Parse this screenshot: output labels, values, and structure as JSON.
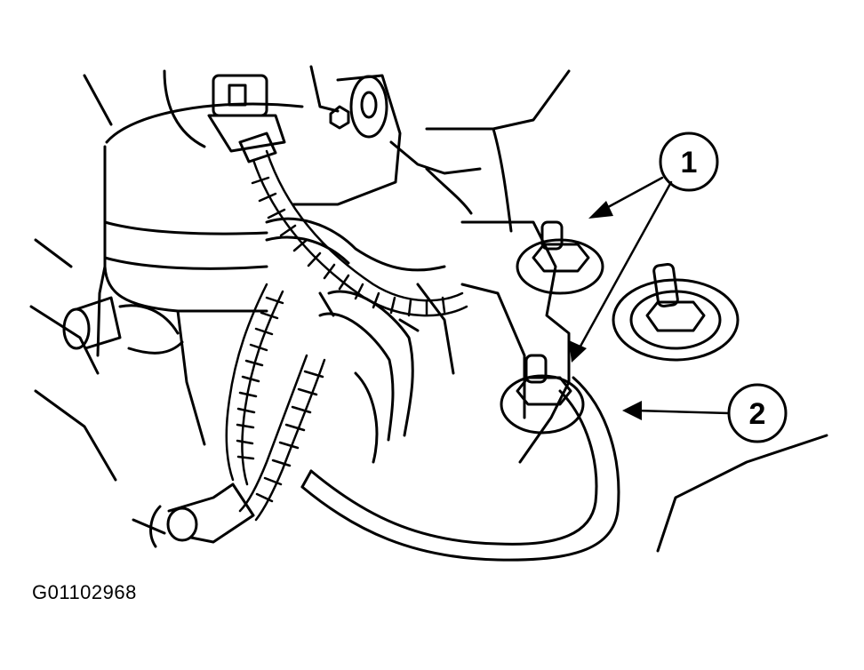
{
  "figure": {
    "id_label": "G01102968"
  },
  "callouts": [
    {
      "number": "1"
    },
    {
      "number": "2"
    }
  ],
  "colors": {
    "line": "#000000",
    "background": "#ffffff"
  }
}
